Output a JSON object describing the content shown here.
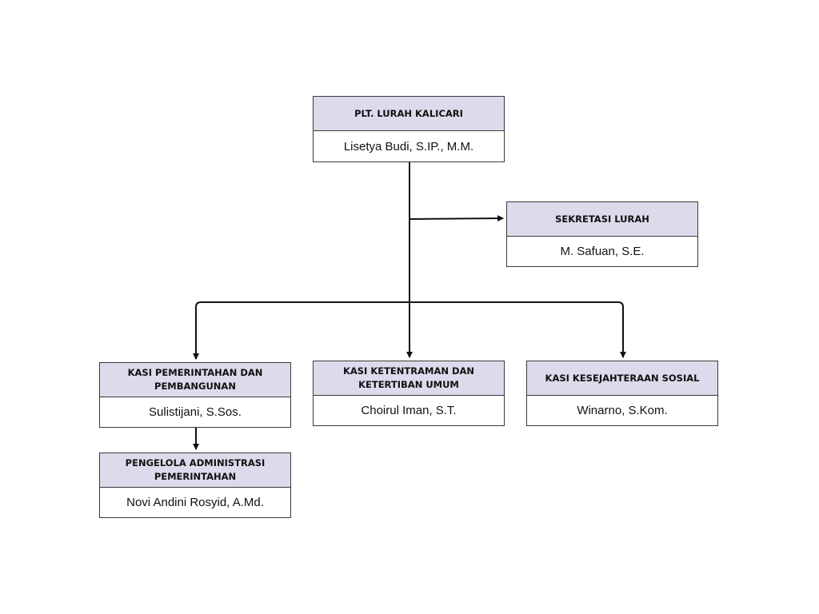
{
  "org_chart": {
    "lurah": {
      "title": "PLT. LURAH KALICARI",
      "name": "Lisetya Budi, S.IP., M.M."
    },
    "sekretasi": {
      "title": "SEKRETASI LURAH",
      "name": "M. Safuan, S.E."
    },
    "kasi_pemerintahan": {
      "title": "KASI PEMERINTAHAN DAN PEMBANGUNAN",
      "name": "Sulistijani, S.Sos."
    },
    "kasi_ketentraman": {
      "title": "KASI KETENTRAMAN DAN KETERTIBAN UMUM",
      "name": "Choirul Iman, S.T."
    },
    "kasi_kesejahteraan": {
      "title": "KASI KESEJAHTERAAN SOSIAL",
      "name": "Winarno, S.Kom."
    },
    "pengelola_administrasi": {
      "title": "PENGELOLA ADMINISTRASI PEMERINTAHAN",
      "name": "Novi Andini Rosyid, A.Md."
    }
  },
  "colors": {
    "header_fill": "#dcdbec",
    "border": "#3a3a3a",
    "connector": "#111111",
    "background": "#ffffff"
  }
}
